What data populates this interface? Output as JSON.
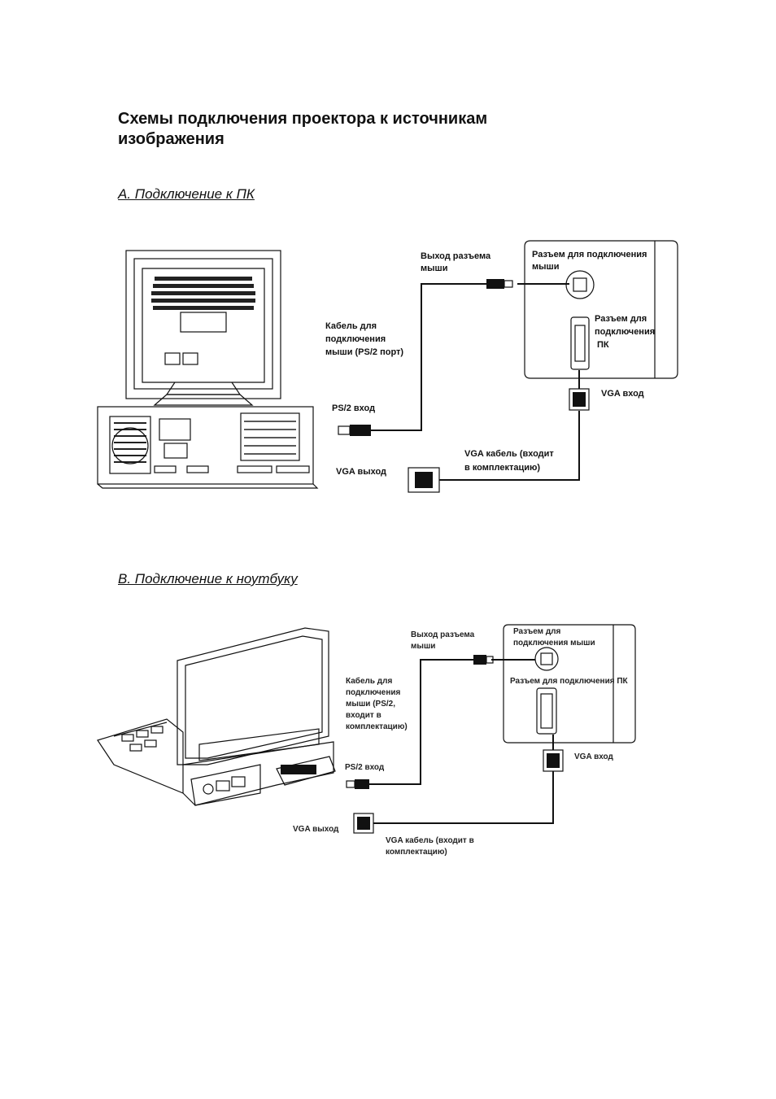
{
  "heading": {
    "line1": "Схемы подключения проектора к источникам",
    "line2": "изображения"
  },
  "section_a": {
    "title": "A. Подключение к ПК",
    "labels": {
      "mouse_out_1": "Выход разъема",
      "mouse_out_2": "мыши",
      "mouse_port_1": "Разъем для подключения",
      "mouse_port_2": "мыши",
      "pc_port_1": "Разъем для",
      "pc_port_2": "подключения",
      "pc_port_3": "ПК",
      "cable_1": "Кабель для",
      "cable_2": "подключения",
      "cable_3": "мыши (PS/2 порт)",
      "ps2_in": "PS/2 вход",
      "vga_in": "VGA вход",
      "vga_cable_1": "VGA кабель (входит",
      "vga_cable_2": "в комплектацию)",
      "vga_out": "VGA выход"
    }
  },
  "section_b": {
    "title": "B. Подключение к ноутбуку",
    "labels": {
      "mouse_out_1": "Выход разъема",
      "mouse_out_2": "мыши",
      "mouse_port_1": "Разъем для",
      "mouse_port_2": "подключения мыши",
      "pc_port": "Разъем для подключения ПК",
      "cable_1": "Кабель для",
      "cable_2": "подключения",
      "cable_3": "мыши (PS/2,",
      "cable_4": "входит в",
      "cable_5": "комплектацию)",
      "ps2_in": "PS/2 вход",
      "vga_in": "VGA вход",
      "vga_out": "VGA выход",
      "vga_cable_1": "VGA кабель (входит в",
      "vga_cable_2": "комплектацию)"
    }
  }
}
